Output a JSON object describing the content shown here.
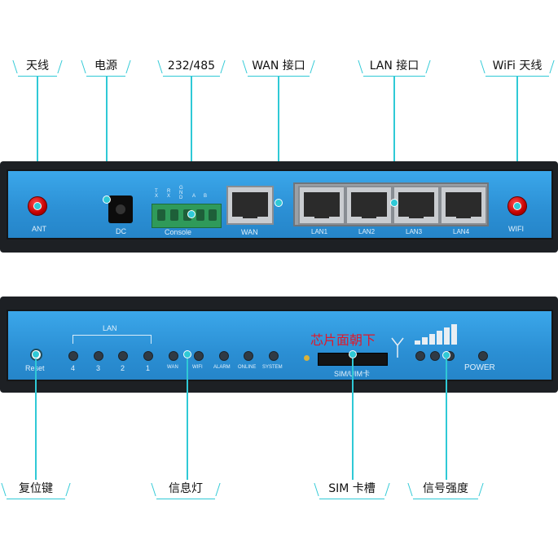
{
  "callouts_top": [
    {
      "id": "antenna",
      "text": "天线"
    },
    {
      "id": "power",
      "text": "电源"
    },
    {
      "id": "serial",
      "text": "232/485"
    },
    {
      "id": "wan",
      "text": "WAN 接口"
    },
    {
      "id": "lan",
      "text": "LAN 接口"
    },
    {
      "id": "wifi",
      "text": "WiFi 天线"
    }
  ],
  "callouts_bottom": [
    {
      "id": "reset",
      "text": "复位键"
    },
    {
      "id": "indicators",
      "text": "信息灯"
    },
    {
      "id": "sim",
      "text": "SIM 卡槽"
    },
    {
      "id": "signal",
      "text": "信号强度"
    }
  ],
  "rear_panel": {
    "ant": "ANT",
    "dc": "DC",
    "console": "Console",
    "pins": [
      "T\nX",
      "R\nX",
      "G\nN\nD",
      "A",
      "B"
    ],
    "wan": "WAN",
    "lan_ports": [
      "LAN1",
      "LAN2",
      "LAN3",
      "LAN4"
    ],
    "wifi": "WIFI"
  },
  "front_panel": {
    "reset": "Reset",
    "lan_group": "LAN",
    "lan_leds": [
      "4",
      "3",
      "2",
      "1"
    ],
    "leds": [
      "WAN",
      "WIFI",
      "ALARM",
      "ONLINE",
      "SYSTEM"
    ],
    "sim_note": "芯片面朝下",
    "sim_label": "SIM/UIM卡",
    "power": "POWER"
  },
  "colors": {
    "accent": "#2fc9d6",
    "panel_blue": "#2b8fd4",
    "sim_note": "#e0182a"
  }
}
